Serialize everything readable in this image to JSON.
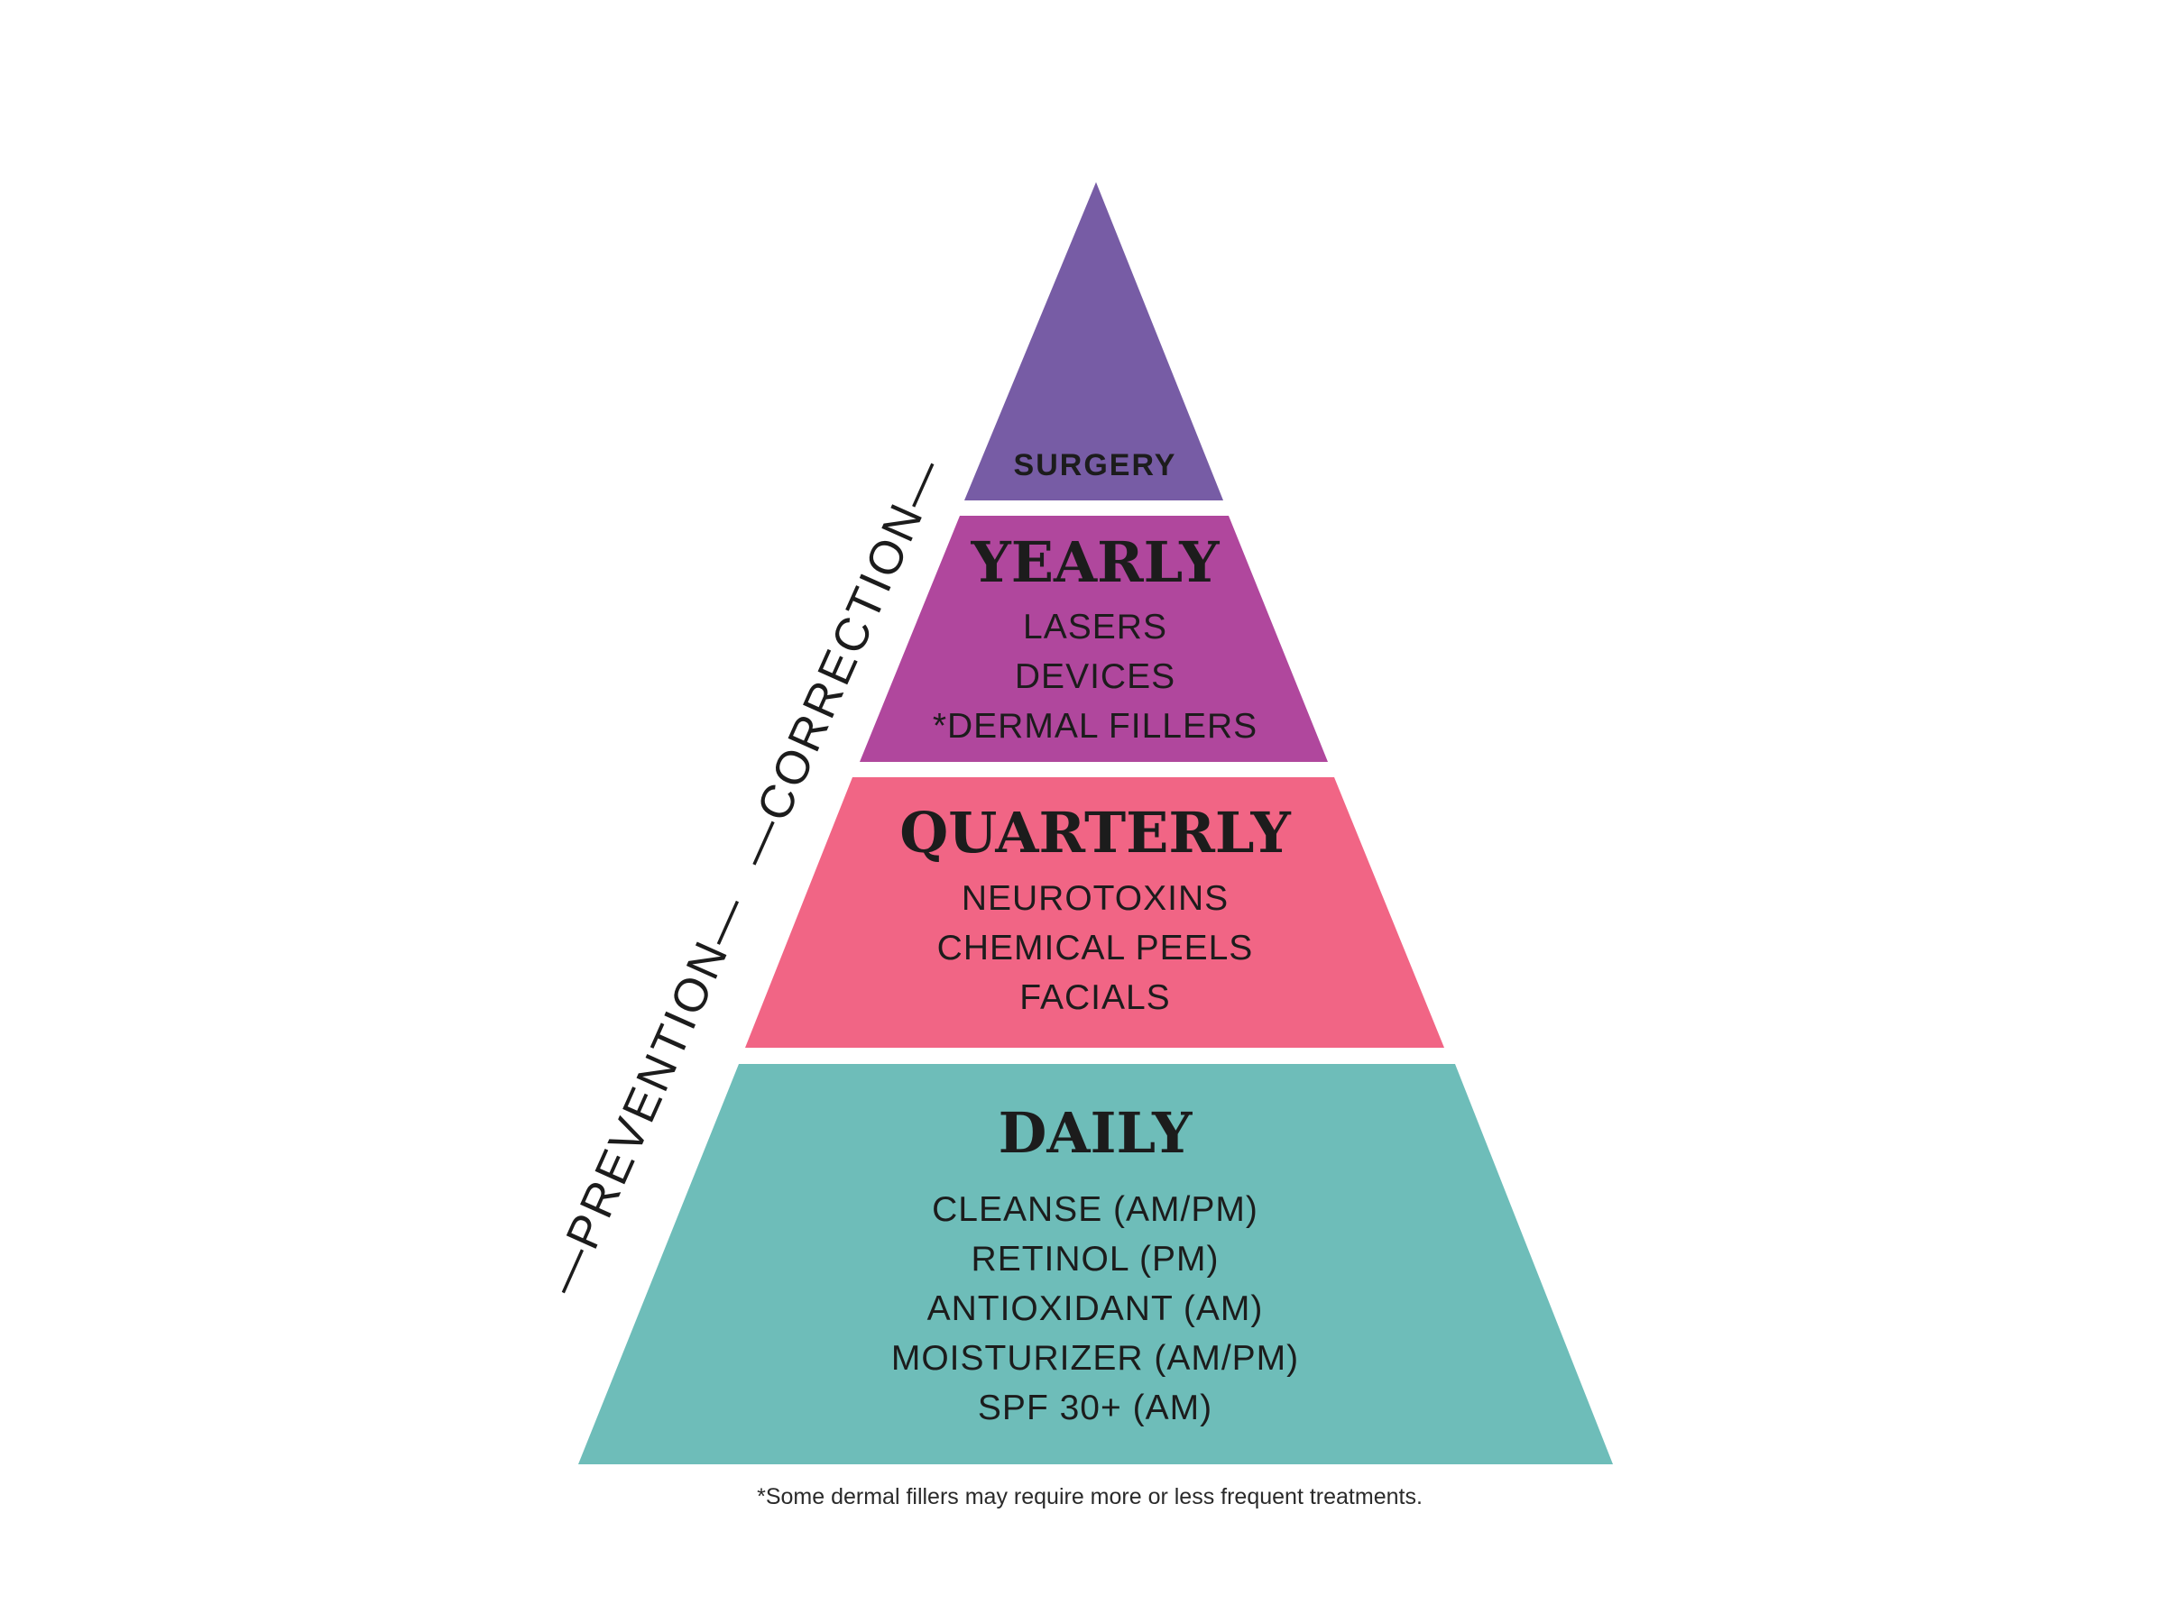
{
  "colors": {
    "surgery": "#775ca5",
    "yearly": "#b0479d",
    "quarterly": "#f16585",
    "daily": "#6ebdb9",
    "text": "#1c1c1c",
    "background": "#ffffff"
  },
  "tiers": {
    "surgery": {
      "title": "SURGERY"
    },
    "yearly": {
      "title": "YEARLY",
      "items": [
        "LASERS",
        "DEVICES",
        "*DERMAL FILLERS"
      ]
    },
    "quarterly": {
      "title": "QUARTERLY",
      "items": [
        "NEUROTOXINS",
        "CHEMICAL PEELS",
        "FACIALS"
      ]
    },
    "daily": {
      "title": "DAILY",
      "items": [
        "CLEANSE (AM/PM)",
        "RETINOL (PM)",
        "ANTIOXIDANT (AM)",
        "MOISTURIZER (AM/PM)",
        "SPF 30+ (AM)"
      ]
    }
  },
  "side_labels": {
    "correction": "—CORRECTION—",
    "prevention": "—PREVENTION—"
  },
  "footnote": "*Some dermal fillers may require more or less frequent treatments."
}
